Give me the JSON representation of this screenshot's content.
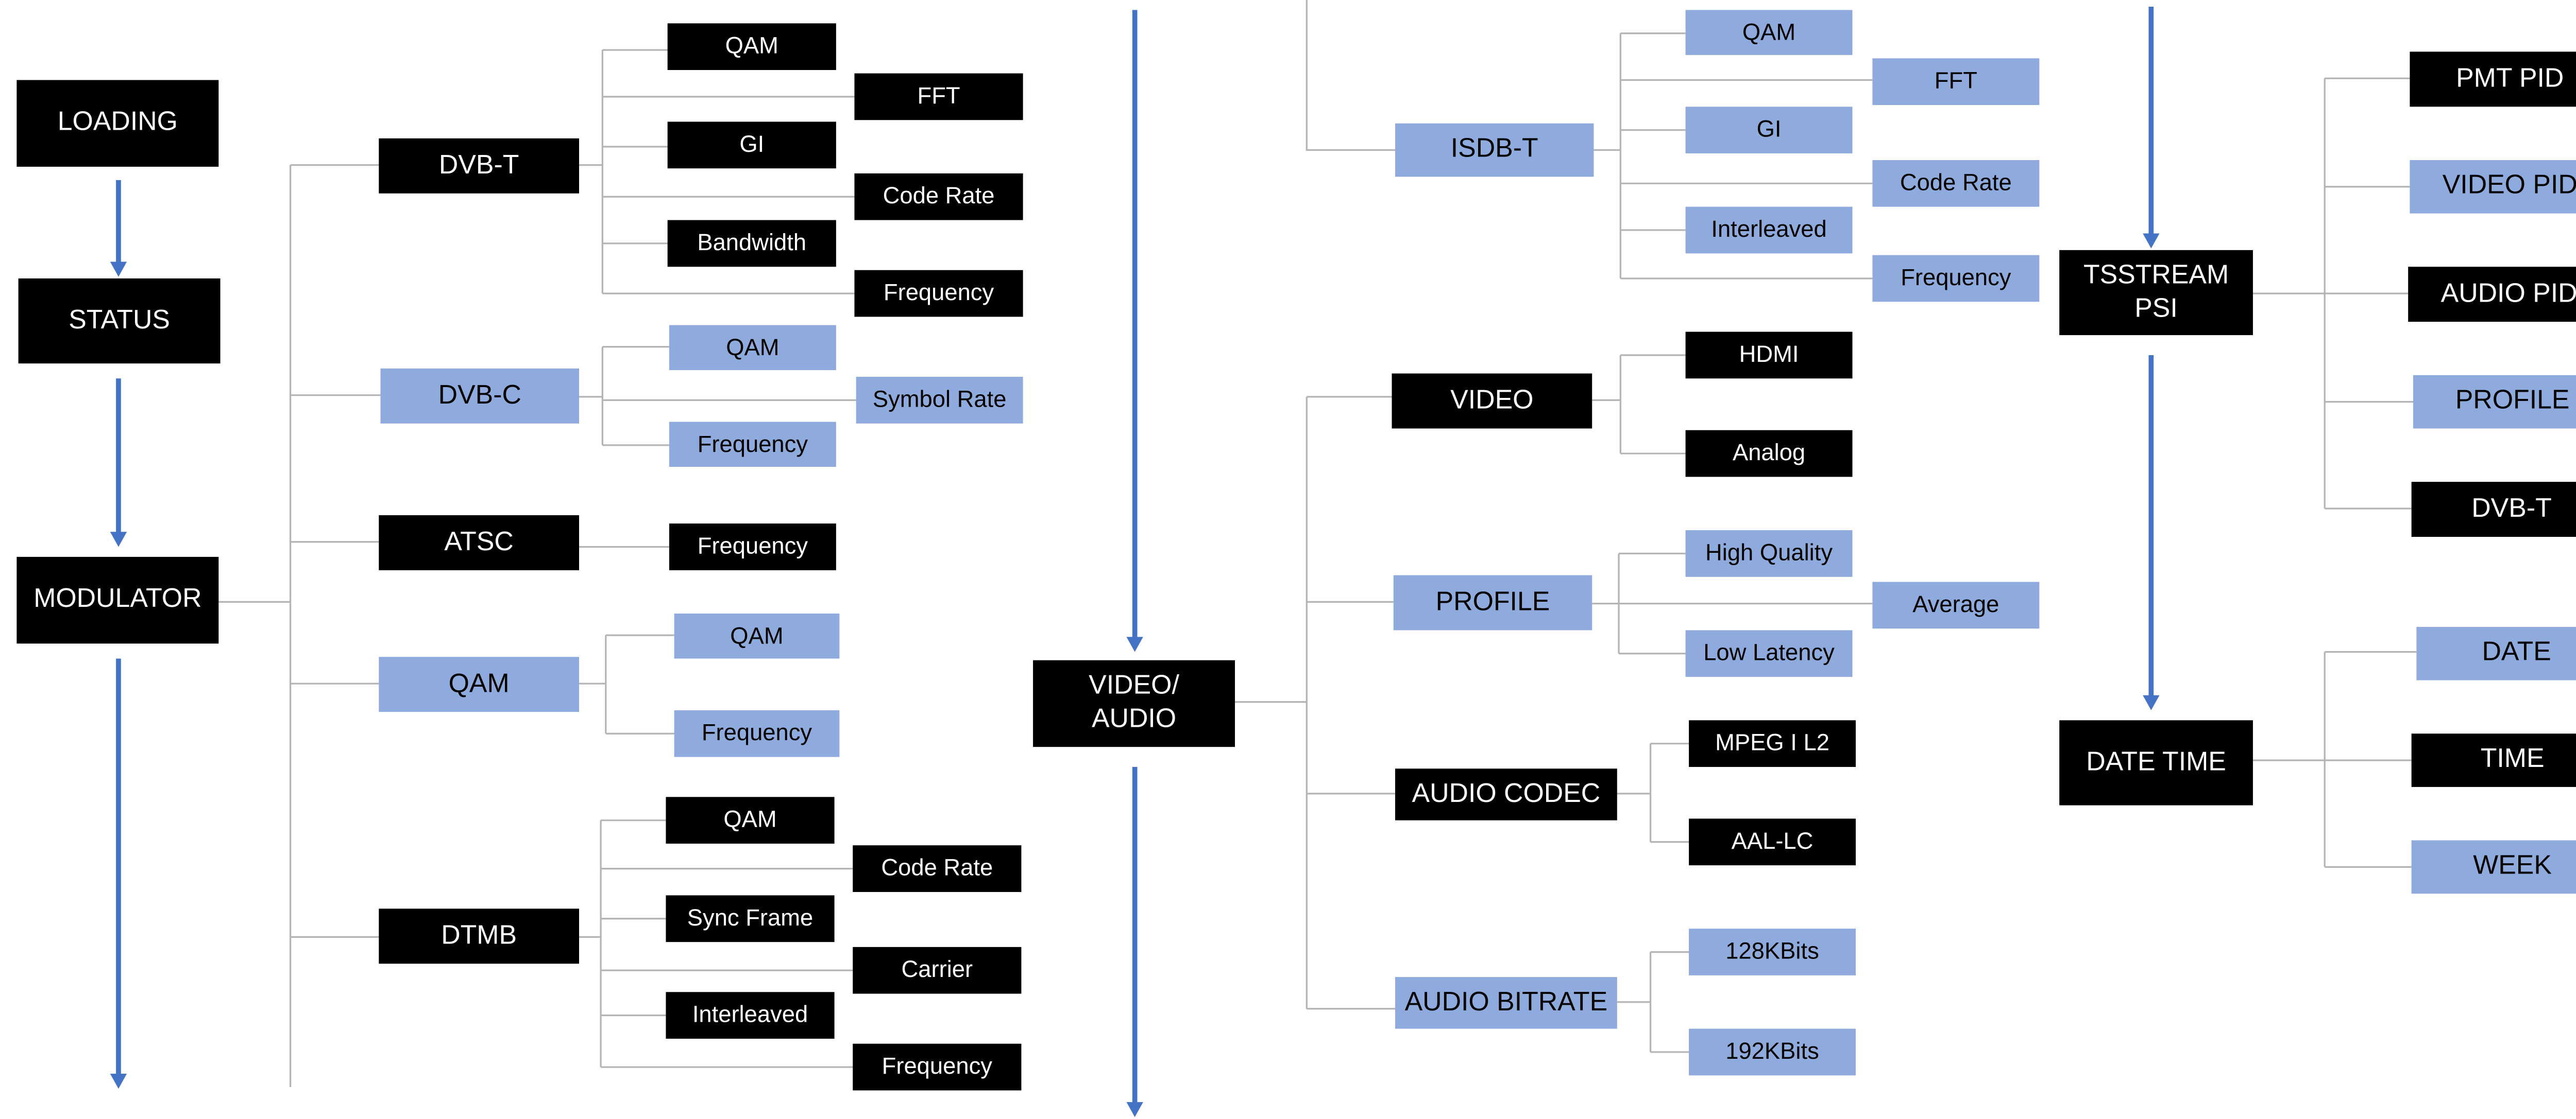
{
  "flow": {
    "loading": "LOADING",
    "status": "STATUS",
    "modulator": "MODULATOR",
    "video_audio": "VIDEO/\nAUDIO",
    "tsstream": "TSSTREAM\nPSI",
    "date_time": "DATE TIME"
  },
  "modulator": {
    "dvbt": {
      "label": "DVB-T",
      "children": [
        "QAM",
        "FFT",
        "GI",
        "Code Rate",
        "Bandwidth",
        "Frequency"
      ]
    },
    "dvbc": {
      "label": "DVB-C",
      "children": [
        "QAM",
        "Symbol Rate",
        "Frequency"
      ]
    },
    "atsc": {
      "label": "ATSC",
      "children": [
        "Frequency"
      ]
    },
    "qam": {
      "label": "QAM",
      "children": [
        "QAM",
        "Frequency"
      ]
    },
    "dtmb": {
      "label": "DTMB",
      "children": [
        "QAM",
        "Code Rate",
        "Sync Frame",
        "Carrier",
        "Interleaved",
        "Frequency"
      ]
    }
  },
  "isdbt": {
    "label": "ISDB-T",
    "children": [
      "QAM",
      "FFT",
      "GI",
      "Code Rate",
      "Interleaved",
      "Frequency"
    ]
  },
  "video_audio": {
    "video": {
      "label": "VIDEO",
      "children": [
        "HDMI",
        "Analog"
      ]
    },
    "profile": {
      "label": "PROFILE",
      "children": [
        "High Quality",
        "Average",
        "Low Latency"
      ]
    },
    "audio_codec": {
      "label": "AUDIO CODEC",
      "children": [
        "MPEG I L2",
        "AAL-LC"
      ]
    },
    "audio_bitrate": {
      "label": "AUDIO BITRATE",
      "children": [
        "128KBits",
        "192KBits"
      ]
    }
  },
  "tsstream_items": [
    "PMT PID",
    "VIDEO PID",
    "AUDIO PID",
    "PROFILE",
    "DVB-T"
  ],
  "datetime_items": [
    "DATE",
    "TIME",
    "WEEK"
  ],
  "colors": {
    "dark_box": "#000000",
    "blue_box": "#8faadc",
    "arrow": "#4472c4",
    "connector": "#b4b4b4"
  }
}
